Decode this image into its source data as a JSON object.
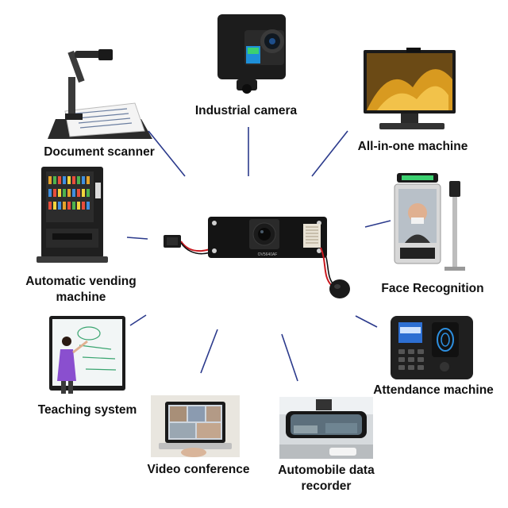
{
  "colors": {
    "connector_line": "#2b3a8c",
    "board": "#141414",
    "wire_red": "#c8181e",
    "wire_black": "#111111"
  },
  "applications": [
    {
      "id": "industrial-camera",
      "label": "Industrial camera",
      "icon": "action-camera-icon"
    },
    {
      "id": "all-in-one-machine",
      "label": "All-in-one machine",
      "icon": "monitor-icon"
    },
    {
      "id": "document-scanner",
      "label": "Document scanner",
      "icon": "document-scanner-icon"
    },
    {
      "id": "vending-machine",
      "label_line1": "Automatic vending",
      "label_line2": "machine",
      "icon": "vending-machine-icon"
    },
    {
      "id": "face-recognition",
      "label": "Face Recognition",
      "icon": "face-terminal-icon"
    },
    {
      "id": "teaching-system",
      "label": "Teaching system",
      "icon": "smart-board-icon"
    },
    {
      "id": "attendance-machine",
      "label": "Attendance machine",
      "icon": "fingerprint-terminal-icon"
    },
    {
      "id": "video-conference",
      "label": "Video conference",
      "icon": "laptop-video-call-icon"
    },
    {
      "id": "automobile-recorder",
      "label_line1": "Automobile data",
      "label_line2": "recorder",
      "icon": "dashcam-mirror-icon"
    }
  ],
  "center": {
    "icon": "camera-module-board-icon",
    "board_print": "OV5640AF"
  }
}
